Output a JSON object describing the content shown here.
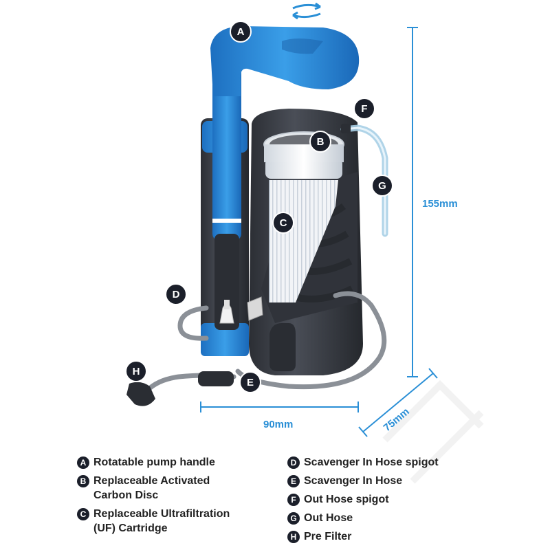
{
  "dimensions": {
    "height": "155mm",
    "width": "90mm",
    "depth": "75mm"
  },
  "callouts": {
    "A": "A",
    "B": "B",
    "C": "C",
    "D": "D",
    "E": "E",
    "F": "F",
    "G": "G",
    "H": "H"
  },
  "legend": {
    "left": [
      {
        "letter": "A",
        "label": "Rotatable pump handle"
      },
      {
        "letter": "B",
        "label": "Replaceable Activated\nCarbon Disc"
      },
      {
        "letter": "C",
        "label": "Replaceable Ultrafiltration\n(UF) Cartridge"
      }
    ],
    "right": [
      {
        "letter": "D",
        "label": "Scavenger In Hose spigot"
      },
      {
        "letter": "E",
        "label": "Scavenger In Hose"
      },
      {
        "letter": "F",
        "label": "Out Hose spigot"
      },
      {
        "letter": "G",
        "label": "Out Hose"
      },
      {
        "letter": "H",
        "label": "Pre Filter"
      }
    ]
  },
  "colors": {
    "accent_blue": "#2a8fd6",
    "body_dark": "#3a3d44",
    "badge": "#1b1f2a"
  }
}
